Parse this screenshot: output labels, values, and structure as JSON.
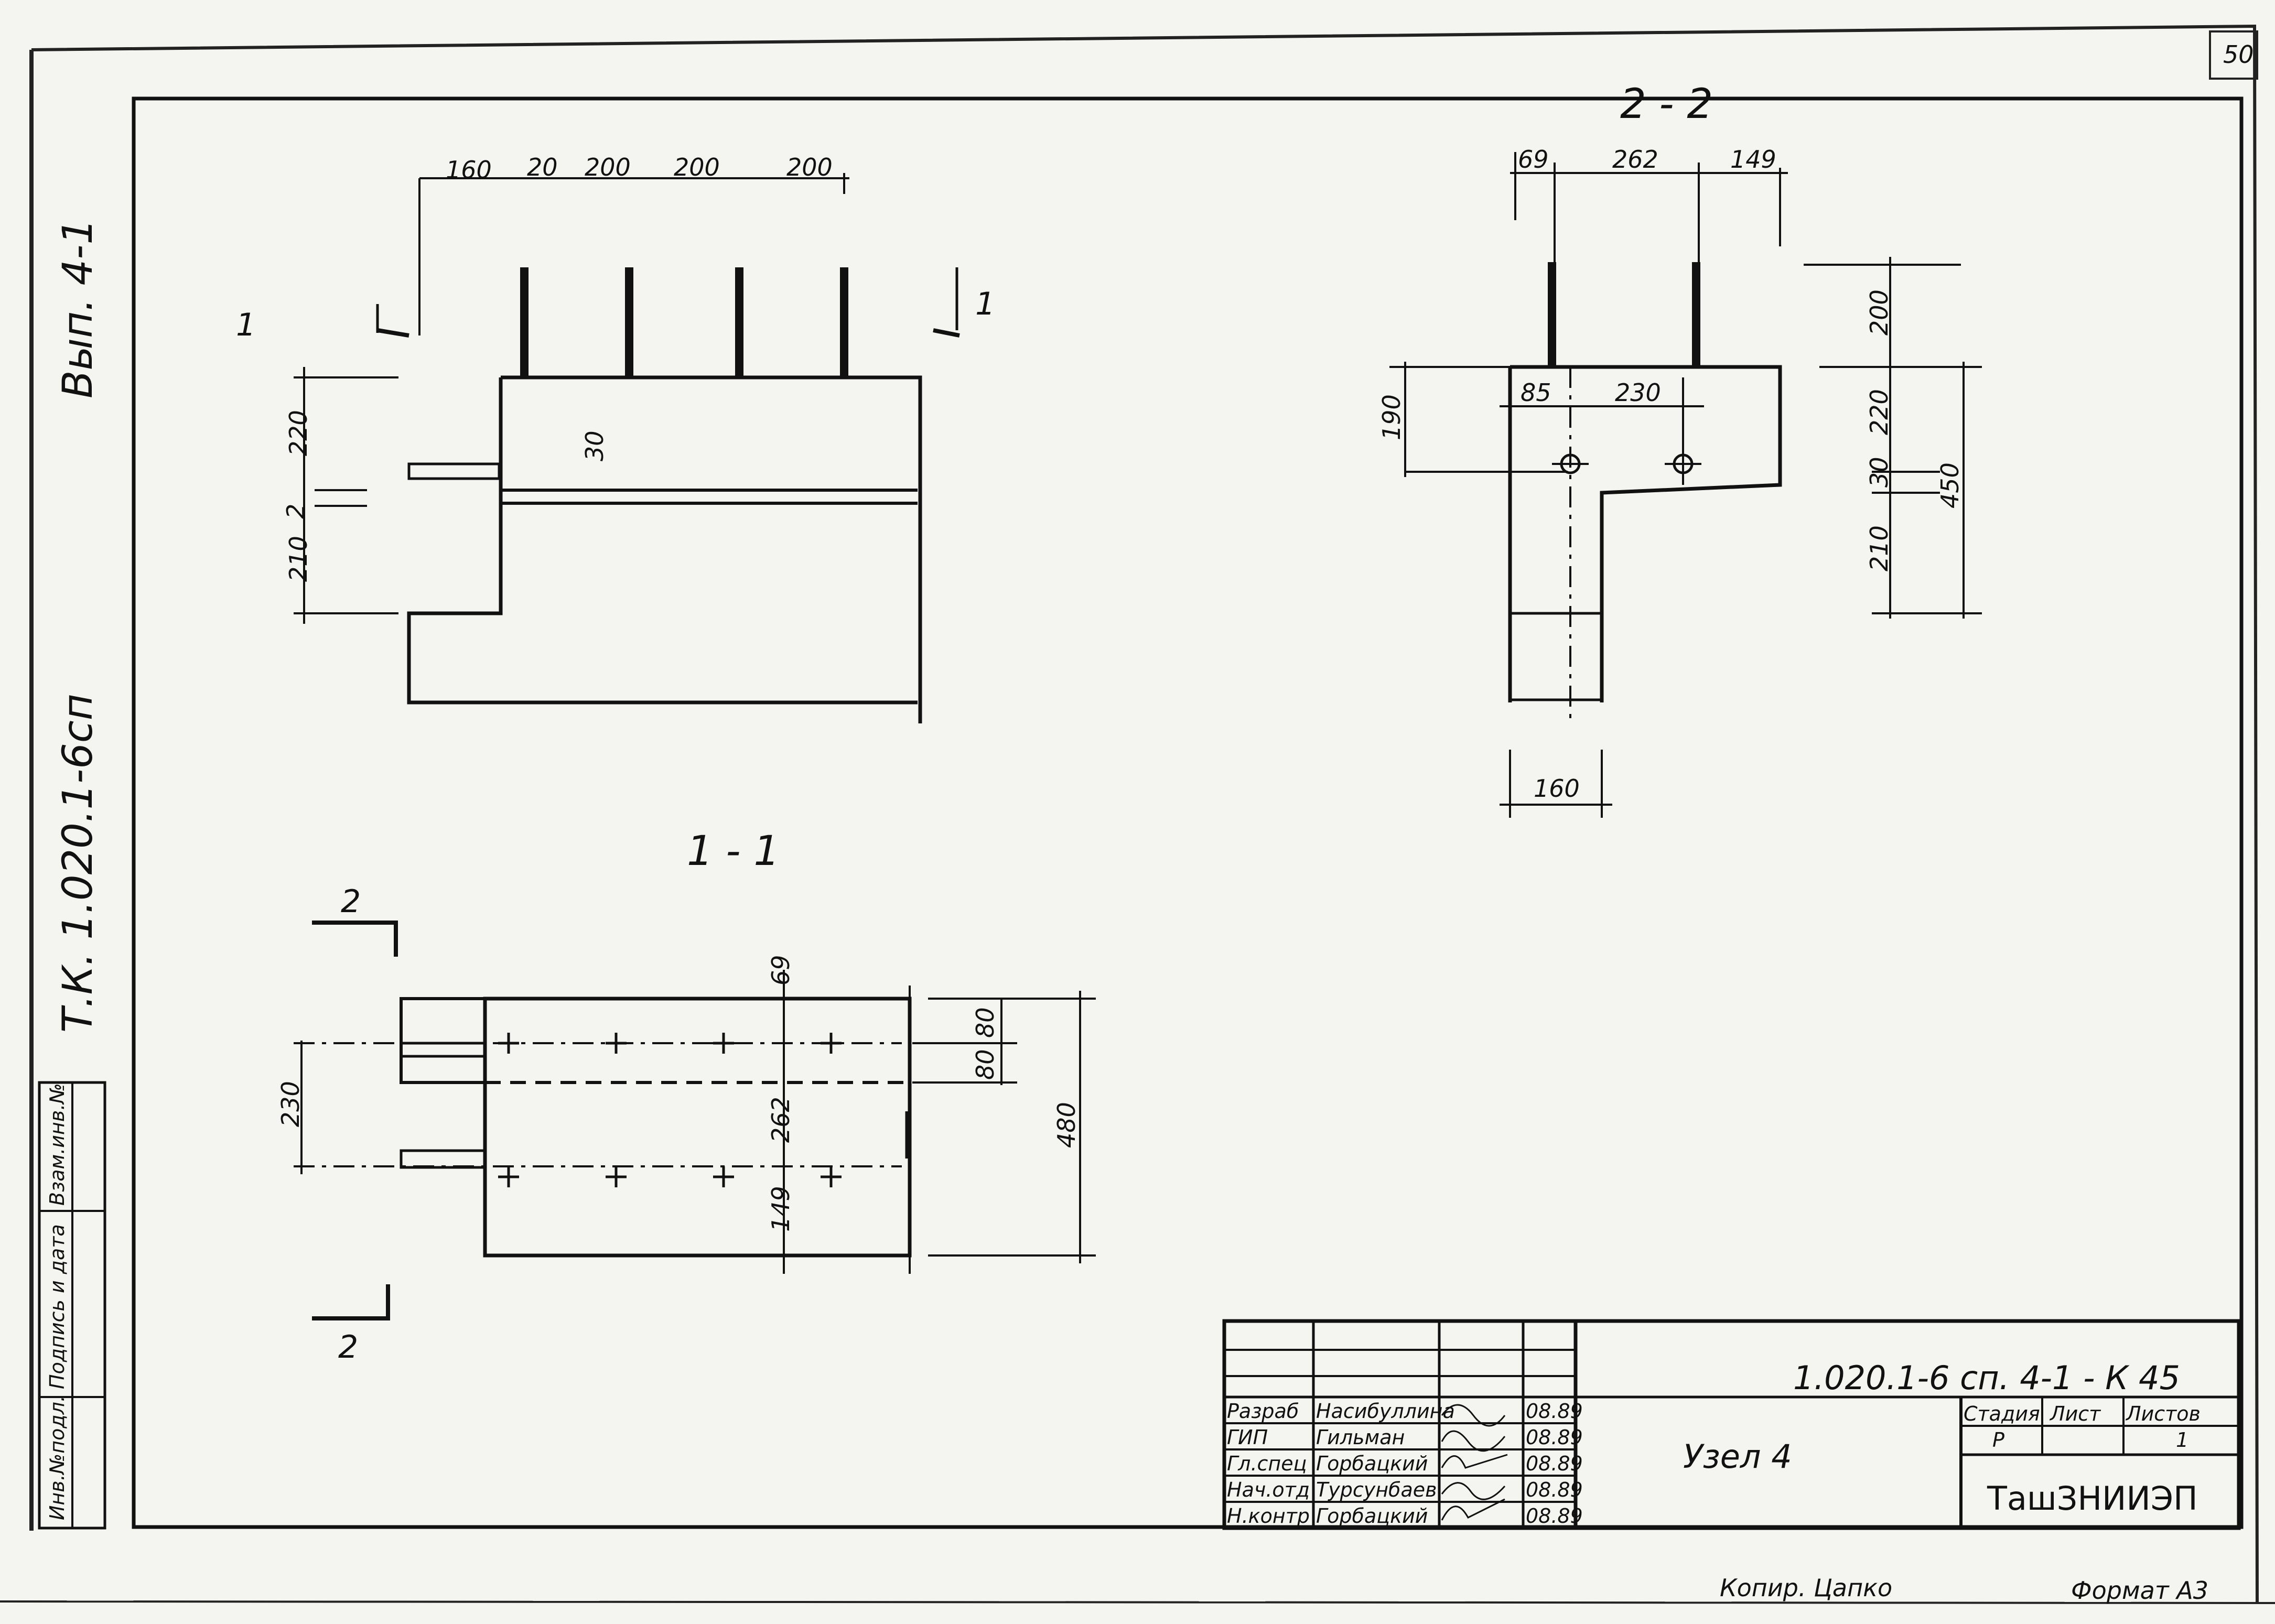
{
  "sheet": {
    "corner_number": "50",
    "side_label_top": "Вып. 4-1",
    "side_label_mid": "Т.К. 1.020.1-6сп",
    "footer_left": "Копир. Цапко",
    "footer_right": "Формат А3"
  },
  "side_stamp": [
    "Инв.№подл.",
    "Подпись и дата",
    "Взам.инв.№"
  ],
  "view_front": {
    "section_mark": "1",
    "top_dims": [
      "160",
      "20",
      "200",
      "200",
      "200"
    ],
    "left_dims": [
      "220",
      "2",
      "210"
    ],
    "inner_dim": "30"
  },
  "view_1_1": {
    "title": "1 - 1",
    "cut_mark": "2",
    "dims": [
      "69",
      "262",
      "149",
      "80",
      "80",
      "230",
      "480"
    ]
  },
  "view_2_2": {
    "title": "2 - 2",
    "top_dims": [
      "69",
      "262",
      "149"
    ],
    "inner_dims": [
      "85",
      "230"
    ],
    "left_dim": "190",
    "right_dims": [
      "200",
      "220",
      "30",
      "210",
      "450"
    ],
    "bottom_dim": "160"
  },
  "title_block": {
    "doc_code": "1.020.1-6 сп. 4-1 - К 45",
    "name": "Узел 4",
    "stage_label": "Стадия",
    "sheet_label": "Лист",
    "sheets_label": "Листов",
    "stage_value": "Р",
    "sheets_value": "1",
    "org": "ТашЗНИИЭП",
    "rows": [
      {
        "role": "Разраб",
        "name": "Насибуллина",
        "date": "08.89"
      },
      {
        "role": "ГИП",
        "name": "Гильман",
        "date": "08.89"
      },
      {
        "role": "Гл.спец",
        "name": "Горбацкий",
        "date": "08.89"
      },
      {
        "role": "Нач.отд",
        "name": "Турсунбаев",
        "date": "08.89"
      },
      {
        "role": "Н.контр",
        "name": "Горбацкий",
        "date": "08.89"
      }
    ]
  }
}
